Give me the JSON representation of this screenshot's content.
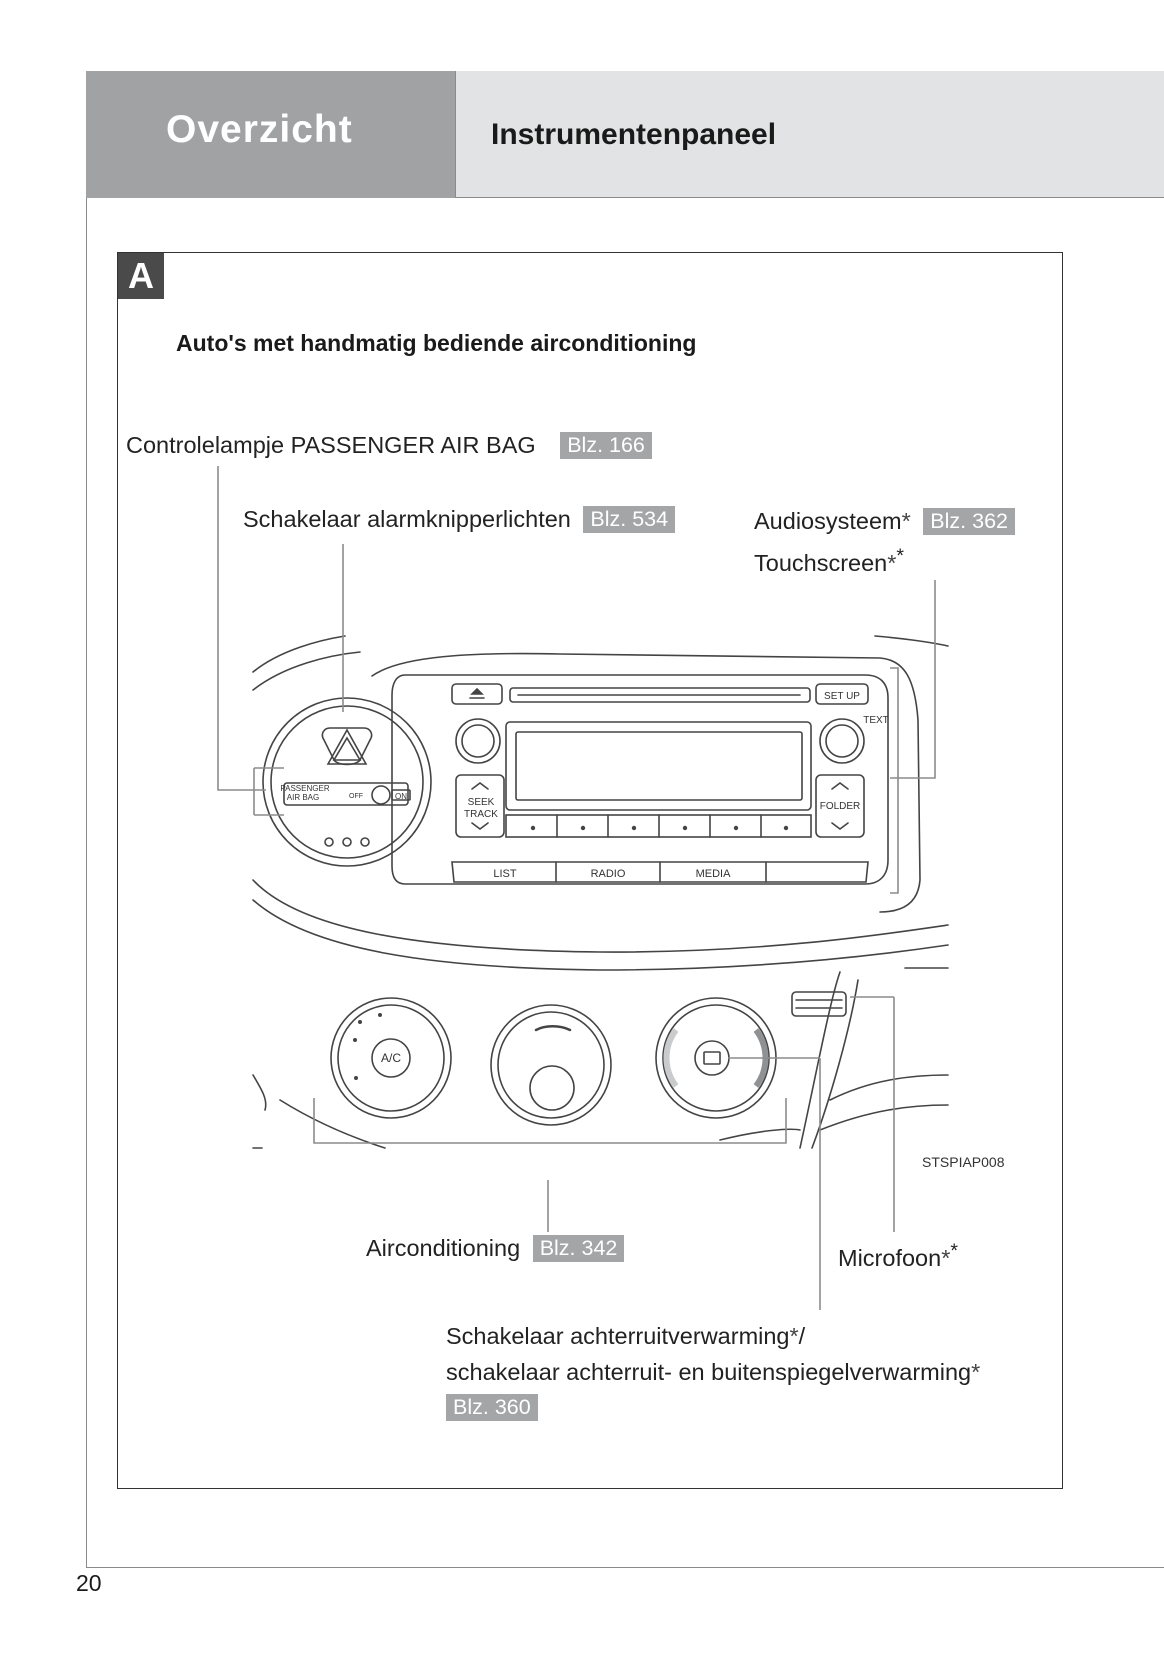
{
  "header": {
    "section": "Overzicht",
    "chapter": "Instrumentenpaneel"
  },
  "box_label": "A",
  "subtitle": "Auto's met handmatig bediende airconditioning",
  "callouts": {
    "passenger_airbag": {
      "label": "Controlelampje PASSENGER AIR BAG",
      "page": "Blz. 166"
    },
    "hazard": {
      "label": "Schakelaar alarmknipperlichten",
      "page": "Blz. 534"
    },
    "audio": {
      "label": "Audiosysteem",
      "star": "*",
      "page": "Blz. 362"
    },
    "touchscreen": {
      "label": "Touchscreen",
      "star1": "*",
      "star2": "*"
    },
    "aircon": {
      "label": "Airconditioning",
      "page": "Blz. 342"
    },
    "microphone": {
      "label": "Microfoon",
      "star1": "*",
      "star2": "*"
    },
    "rear_defog": {
      "line1": "Schakelaar achterruitverwarming",
      "line1_star": "*",
      "line1_slash": "/",
      "line2": "schakelaar achterruit- en buitenspiegelverwarming",
      "line2_star": "*",
      "page": "Blz. 360"
    }
  },
  "panel_text": {
    "setup": "SET UP",
    "text": "TEXT",
    "seek": "SEEK",
    "track": "TRACK",
    "folder": "FOLDER",
    "list": "LIST",
    "radio": "RADIO",
    "media": "MEDIA",
    "passenger": "PASSENGER",
    "airbag": "AIR BAG",
    "off": "OFF",
    "on": "ON",
    "ac": "A/C"
  },
  "image_code": "STSPIAP008",
  "page_number": "20"
}
